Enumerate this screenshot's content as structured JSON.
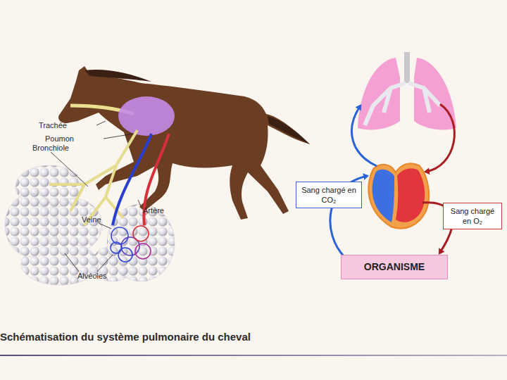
{
  "diagram": {
    "caption": "Schématisation du système pulmonaire du cheval",
    "nodes": [
      {
        "text": [
          "Sang chargé en CO₂"
        ]
      },
      {
        "text": [
          "Sang chargé en O₂"
        ]
      },
      {
        "text": [
          "ORGANISME"
        ]
      }
    ],
    "labels": [
      "Trachée",
      "Poumon",
      "Bronchiole",
      "Veine",
      "Artère",
      "Alvéoles"
    ]
  }
}
